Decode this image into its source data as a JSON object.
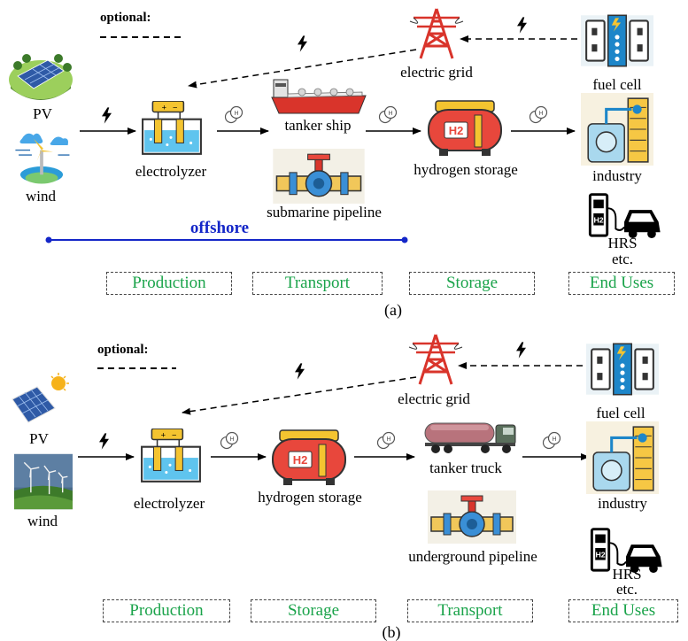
{
  "panel_a": {
    "caption": "(a)",
    "optional_label": "optional:",
    "offshore_label": "offshore",
    "labels": {
      "pv": "PV",
      "wind": "wind",
      "electrolyzer": "electrolyzer",
      "tanker_ship": "tanker ship",
      "submarine_pipeline": "submarine pipeline",
      "hydrogen_storage": "hydrogen storage",
      "electric_grid": "electric grid",
      "fuel_cell": "fuel cell",
      "industry": "industry",
      "hrs": "HRS",
      "etc": "etc."
    },
    "stages": [
      "Production",
      "Transport",
      "Storage",
      "End Uses"
    ]
  },
  "panel_b": {
    "caption": "(b)",
    "optional_label": "optional:",
    "labels": {
      "pv": "PV",
      "wind": "wind",
      "electrolyzer": "electrolyzer",
      "hydrogen_storage": "hydrogen storage",
      "tanker_truck": "tanker truck",
      "underground_pipeline": "underground pipeline",
      "electric_grid": "electric grid",
      "fuel_cell": "fuel cell",
      "industry": "industry",
      "hrs": "HRS",
      "etc": "etc."
    },
    "stages": [
      "Production",
      "Storage",
      "Transport",
      "End Uses"
    ]
  },
  "colors": {
    "stage_text": "#1aa34a",
    "offshore_line": "#1426c8",
    "pylon": "#d9342b",
    "storage_tank": "#e8473c"
  }
}
